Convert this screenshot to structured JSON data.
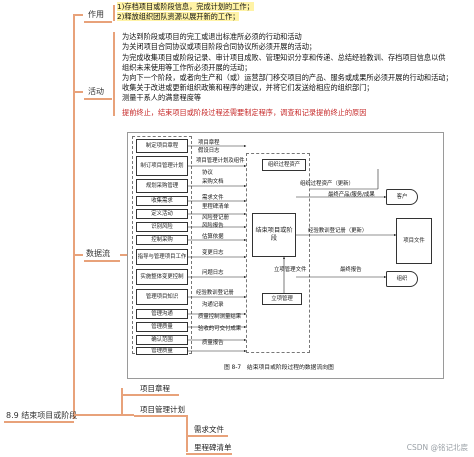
{
  "colors": {
    "connector": "#e8a27a",
    "highlight": "#fff3a6",
    "red_text": "#c62828"
  },
  "root": {
    "label": "8.9 结束项目或阶段"
  },
  "zuoyong": {
    "label": "作用",
    "lines": [
      "1)存档项目或阶段信息，完成计划的工作；",
      "2)释放组织团队资源以展开新的工作；"
    ]
  },
  "huodong": {
    "label": "活动",
    "lines": [
      "为达到阶段或项目的完工或退出标准所必须的行动和活动",
      "为关闭项目合同协议或项目阶段合同协议所必须开展的活动；",
      "为完成收集项目或阶段记录、审计项目成败、管理知识分享和传递、总结经验教训、存档项目信息以供",
      "组织未来使用等工作所必须开展的活动；",
      "为向下一个阶段，或者向生产和（或）运营部门移交项目的产品、服务或成果所必须开展的行动和活动；",
      "收集关于改进或更新组织政策和程序的建议，并将它们发送给相应的组织部门；",
      "测量干系人的满意程度等"
    ],
    "tip": "提前终止，结束项目或阶段过程还需要制定程序，调查和记录提前终止的原因"
  },
  "shujuliu": {
    "label": "数据流"
  },
  "diagram": {
    "left_boxes": [
      "制定项目章程",
      "制订项目管理计划",
      "规划采购管理",
      "收集需求",
      "定义活动",
      "识别风险",
      "控制采购",
      "指导与管理项目工作",
      "实施整体变更控制",
      "管理项目知识",
      "管理沟通",
      "管理质量",
      "确认范围",
      "管理质量"
    ],
    "flow_labels": [
      "项目章程",
      "假设日志",
      "项目管理计划及组件",
      "协议",
      "采购文档",
      "需求文件",
      "里程碑清单",
      "风险登记册",
      "风险报告",
      "估算依据",
      "变更日志",
      "问题日志",
      "经验教训登记册",
      "沟通记录",
      "质量控制测量结果",
      "验收的可交付成果",
      "质量报告"
    ],
    "center_box": "结束项目或阶段",
    "org_assets": "组织过程资产",
    "org_assets_update": "组织过程资产（更新）",
    "final_output": "最终产品/服务/成果",
    "customer": "客户",
    "lessons_update": "经验教训登记册（更新）",
    "project_docs": "项目文件",
    "final_report": "最终报告",
    "organization": "组织",
    "legislation_doc": "立项管理文件",
    "legislation_mgmt": "立项管理",
    "caption": "图 8-7　结束项目或阶段过程的数据流向图"
  },
  "children": [
    "项目章程",
    "项目管理计划"
  ],
  "grandchildren": [
    "需求文件",
    "里程碑清单"
  ],
  "watermark": "CSDN @铭记北宸"
}
